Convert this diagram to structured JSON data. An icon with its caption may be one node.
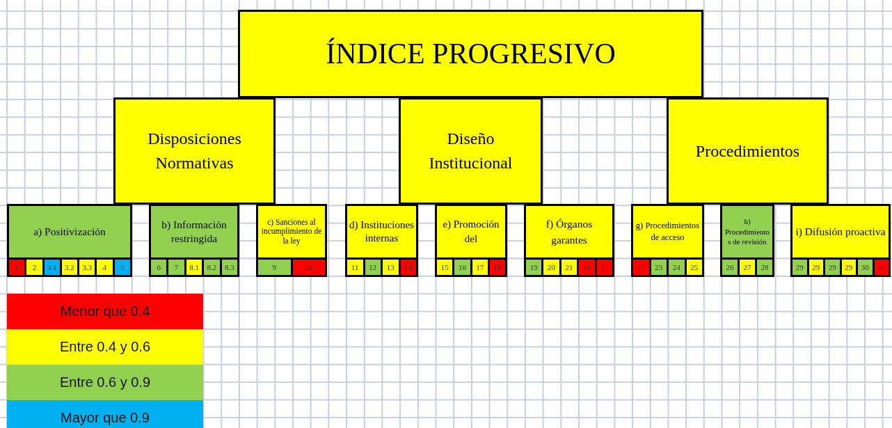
{
  "diagram": {
    "nodes": [
      {
        "text": [
          "ÍNDICE PROGRESIVO"
        ]
      },
      {
        "text": [
          "Disposiciones Normativas"
        ]
      },
      {
        "text": [
          "Diseño Institucional"
        ]
      },
      {
        "text": [
          "Procedimientos"
        ]
      },
      {
        "text": [
          "a) Positivización"
        ]
      },
      {
        "text": [
          "1"
        ],
        "in": 4
      },
      {
        "text": [
          "2"
        ],
        "in": 4
      },
      {
        "text": [
          "3.1"
        ],
        "in": 4
      },
      {
        "text": [
          "3.2"
        ],
        "in": 4
      },
      {
        "text": [
          "3.3"
        ],
        "in": 4
      },
      {
        "text": [
          "4"
        ],
        "in": 4
      },
      {
        "text": [
          "5"
        ],
        "in": 4
      },
      {
        "text": [
          "b) Información restringida"
        ]
      },
      {
        "text": [
          "6"
        ],
        "in": 12
      },
      {
        "text": [
          "7"
        ],
        "in": 12
      },
      {
        "text": [
          "8.1"
        ],
        "in": 12
      },
      {
        "text": [
          "8.2"
        ],
        "in": 12
      },
      {
        "text": [
          "8.3"
        ],
        "in": 12
      },
      {
        "text": [
          "c) Sanciones al incumplimiento de la ley"
        ]
      },
      {
        "text": [
          "9"
        ],
        "in": 18
      },
      {
        "text": [
          "10"
        ],
        "in": 18
      },
      {
        "text": [
          "d) Instituciones internas"
        ]
      },
      {
        "text": [
          "11"
        ],
        "in": 21
      },
      {
        "text": [
          "12"
        ],
        "in": 21
      },
      {
        "text": [
          "13"
        ],
        "in": 21
      },
      {
        "text": [
          "14"
        ],
        "in": 21
      },
      {
        "text": [
          "e) Promoción del"
        ]
      },
      {
        "text": [
          "15"
        ],
        "in": 26
      },
      {
        "text": [
          "16"
        ],
        "in": 26
      },
      {
        "text": [
          "17"
        ],
        "in": 26
      },
      {
        "text": [
          "18"
        ],
        "in": 26
      },
      {
        "text": [
          "f) Órganos garantes"
        ]
      },
      {
        "text": [
          "19"
        ],
        "in": 31
      },
      {
        "text": [
          "20"
        ],
        "in": 31
      },
      {
        "text": [
          "21"
        ],
        "in": 31
      },
      {
        "text": [
          "21"
        ],
        "in": 31
      },
      {
        "text": [
          "21"
        ],
        "in": 31
      },
      {
        "text": [
          "g) Procedimientos de acceso"
        ]
      },
      {
        "text": [
          "22"
        ],
        "in": 37
      },
      {
        "text": [
          "23"
        ],
        "in": 37
      },
      {
        "text": [
          "24"
        ],
        "in": 37
      },
      {
        "text": [
          "25"
        ],
        "in": 37
      },
      {
        "text": [
          "h) Procedimientos de revisión"
        ]
      },
      {
        "text": [
          "26"
        ],
        "in": 42
      },
      {
        "text": [
          "27"
        ],
        "in": 42
      },
      {
        "text": [
          "28"
        ],
        "in": 42
      },
      {
        "text": [
          "i) Difusión proactiva"
        ]
      },
      {
        "text": [
          "29"
        ],
        "in": 46
      },
      {
        "text": [
          "29"
        ],
        "in": 46
      },
      {
        "text": [
          "29"
        ],
        "in": 46
      },
      {
        "text": [
          "29"
        ],
        "in": 46
      },
      {
        "text": [
          "30"
        ],
        "in": 46
      },
      {
        "text": [
          "31"
        ],
        "in": 46
      }
    ],
    "legend": [
      {
        "text": "Menor que 0.4",
        "color": "#ff0000"
      },
      {
        "text": "Entre 0.4 y 0.6",
        "color": "#ffff00"
      },
      {
        "text": "Entre 0.6 y 0.9",
        "color": "#92d050"
      },
      {
        "text": "Mayor que 0.9",
        "color": "#00b0f0"
      }
    ]
  }
}
